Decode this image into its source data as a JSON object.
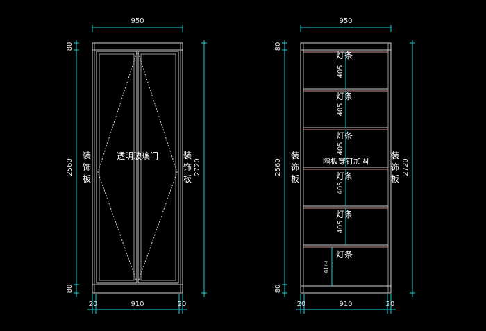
{
  "colors": {
    "background": "#000000",
    "dimension_line": "#18d0d6",
    "frame": "#d0d0d0",
    "shelf": "#d49090",
    "text": "#ffffff"
  },
  "left_elevation": {
    "top_width": "950",
    "top_band_height": "80",
    "bottom_band_height": "80",
    "inner_height": "2560",
    "total_height": "2720",
    "bottom_left": "20",
    "bottom_mid": "910",
    "bottom_right": "20",
    "door_label": "透明玻璃门",
    "side_label_left": [
      "装",
      "饰",
      "板"
    ],
    "side_label_right": [
      "装",
      "饰",
      "板"
    ]
  },
  "right_elevation": {
    "top_width": "950",
    "top_band_height": "80",
    "bottom_band_height": "80",
    "inner_height": "2560",
    "total_height": "2720",
    "bottom_left": "20",
    "bottom_mid": "910",
    "bottom_right": "20",
    "shelf_note": "隔板穿钉加固",
    "light_label": "灯条",
    "compartment_heights": [
      "405",
      "405",
      "405",
      "405",
      "405",
      "409"
    ],
    "side_label_left": [
      "装",
      "饰",
      "板"
    ],
    "side_label_right": [
      "装",
      "饰",
      "板"
    ]
  }
}
